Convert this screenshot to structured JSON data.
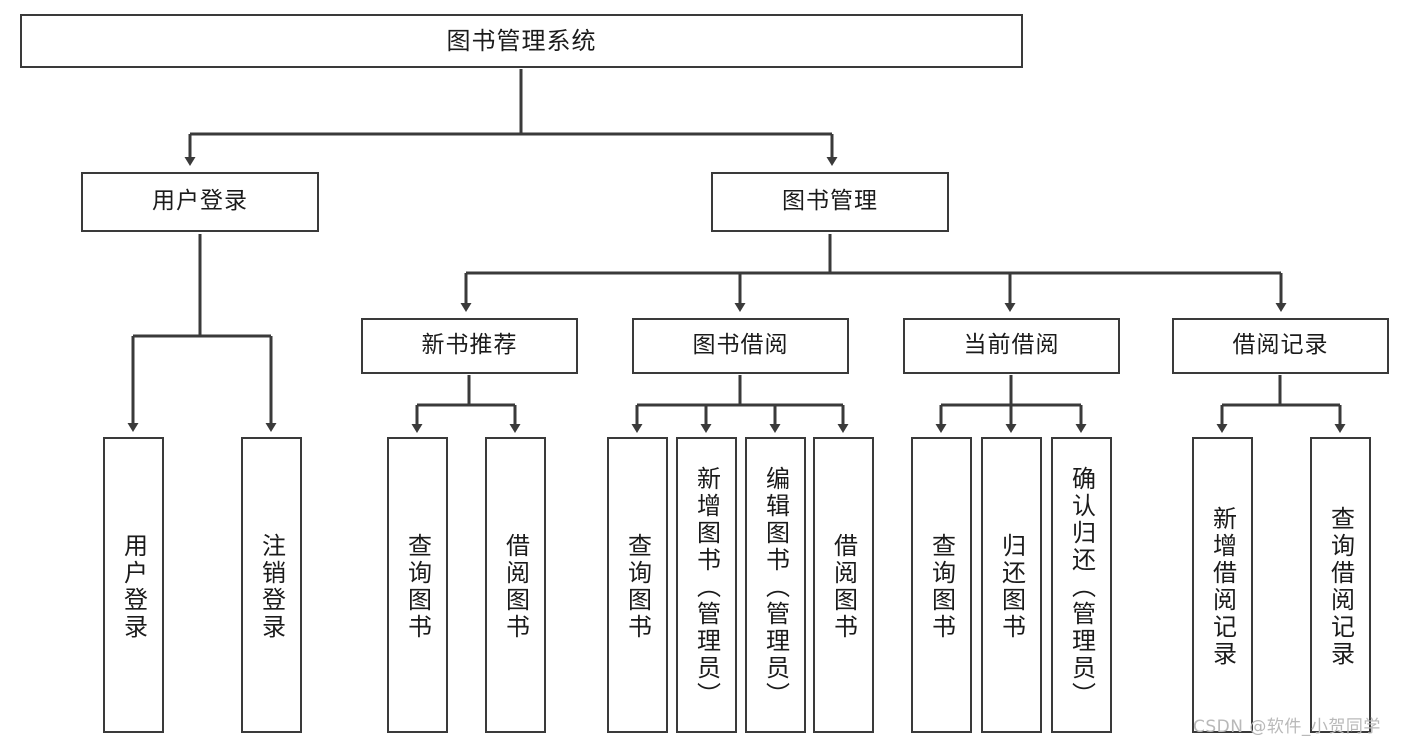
{
  "diagram": {
    "title": "图书管理系统",
    "type": "tree-hierarchy",
    "orientation": "top-down",
    "watermark": "CSDN @软件_小贺同学",
    "colors": {
      "background": "#ffffff",
      "box_border": "#3a3a3a",
      "box_fill": "#ffffff",
      "text": "#1b1b1b",
      "edge": "#3a3a3a",
      "watermark": "#b9b9b9"
    },
    "levels": {
      "root": {
        "label": "图书管理系统",
        "text_direction": "horizontal"
      },
      "level2": [
        {
          "id": "user-login",
          "label": "用户登录",
          "text_direction": "horizontal"
        },
        {
          "id": "book-management",
          "label": "图书管理",
          "text_direction": "horizontal"
        }
      ],
      "level3": [
        {
          "id": "new-book-recommend",
          "label": "新书推荐",
          "text_direction": "horizontal",
          "parent": "book-management"
        },
        {
          "id": "book-borrow",
          "label": "图书借阅",
          "text_direction": "horizontal",
          "parent": "book-management"
        },
        {
          "id": "current-borrow",
          "label": "当前借阅",
          "text_direction": "horizontal",
          "parent": "book-management"
        },
        {
          "id": "borrow-record",
          "label": "借阅记录",
          "text_direction": "horizontal",
          "parent": "book-management"
        }
      ],
      "leaves": [
        {
          "id": "leaf-user-login",
          "label": "用户登录",
          "text_direction": "vertical",
          "parent": "user-login"
        },
        {
          "id": "leaf-user-logout",
          "label": "注销登录",
          "text_direction": "vertical",
          "parent": "user-login"
        },
        {
          "id": "leaf-query-book-1",
          "label": "查询图书",
          "text_direction": "vertical",
          "parent": "new-book-recommend"
        },
        {
          "id": "leaf-borrow-book-1",
          "label": "借阅图书",
          "text_direction": "vertical",
          "parent": "new-book-recommend"
        },
        {
          "id": "leaf-query-book-2",
          "label": "查询图书",
          "text_direction": "vertical",
          "parent": "book-borrow"
        },
        {
          "id": "leaf-add-book",
          "label": "新增图书（管理员）",
          "text_direction": "vertical",
          "parent": "book-borrow"
        },
        {
          "id": "leaf-edit-book",
          "label": "编辑图书（管理员）",
          "text_direction": "vertical",
          "parent": "book-borrow"
        },
        {
          "id": "leaf-borrow-book-2",
          "label": "借阅图书",
          "text_direction": "vertical",
          "parent": "book-borrow"
        },
        {
          "id": "leaf-query-book-3",
          "label": "查询图书",
          "text_direction": "vertical",
          "parent": "current-borrow"
        },
        {
          "id": "leaf-return-book",
          "label": "归还图书",
          "text_direction": "vertical",
          "parent": "current-borrow"
        },
        {
          "id": "leaf-confirm-return",
          "label": "确认归还（管理员）",
          "text_direction": "vertical",
          "parent": "current-borrow"
        },
        {
          "id": "leaf-add-record",
          "label": "新增借阅记录",
          "text_direction": "vertical",
          "parent": "borrow-record"
        },
        {
          "id": "leaf-query-record",
          "label": "查询借阅记录",
          "text_direction": "vertical",
          "parent": "borrow-record"
        }
      ]
    }
  }
}
